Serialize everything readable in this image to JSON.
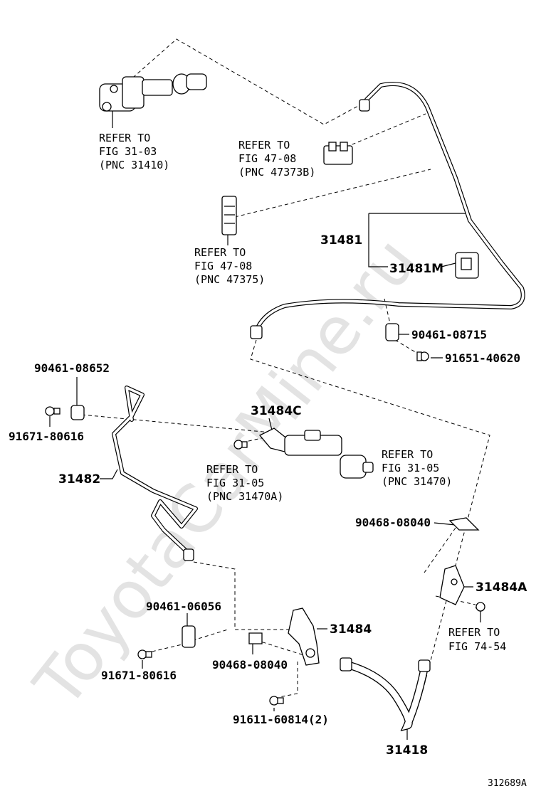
{
  "watermark": "ToyotaCarMine.ru",
  "figure_id": "312689A",
  "refer_blocks": {
    "fig31_03": [
      "REFER TO",
      "FIG 31-03",
      "(PNC 31410)"
    ],
    "fig47_08_b": [
      "REFER TO",
      "FIG 47-08",
      "(PNC 47373B)"
    ],
    "fig47_08": [
      "REFER TO",
      "FIG 47-08",
      "(PNC 47375)"
    ],
    "fig31_05_a": [
      "REFER TO",
      "FIG 31-05",
      "(PNC 31470A)"
    ],
    "fig31_05": [
      "REFER TO",
      "FIG 31-05",
      "(PNC 31470)"
    ],
    "fig74_54": [
      "REFER TO",
      "FIG 74-54"
    ]
  },
  "part_numbers": {
    "p31481": "31481",
    "p31481m": "31481M",
    "p90461_08715": "90461-08715",
    "p91651_40620": "91651-40620",
    "p90461_08652": "90461-08652",
    "p91671_80616_top": "91671-80616",
    "p31484c": "31484C",
    "p31482": "31482",
    "p90468_08040_r": "90468-08040",
    "p31484a": "31484A",
    "p90461_06056": "90461-06056",
    "p31484": "31484",
    "p91671_80616_bot": "91671-80616",
    "p90468_08040_b": "90468-08040",
    "p91611_60814": "91611-60814(2)",
    "p31418": "31418"
  }
}
